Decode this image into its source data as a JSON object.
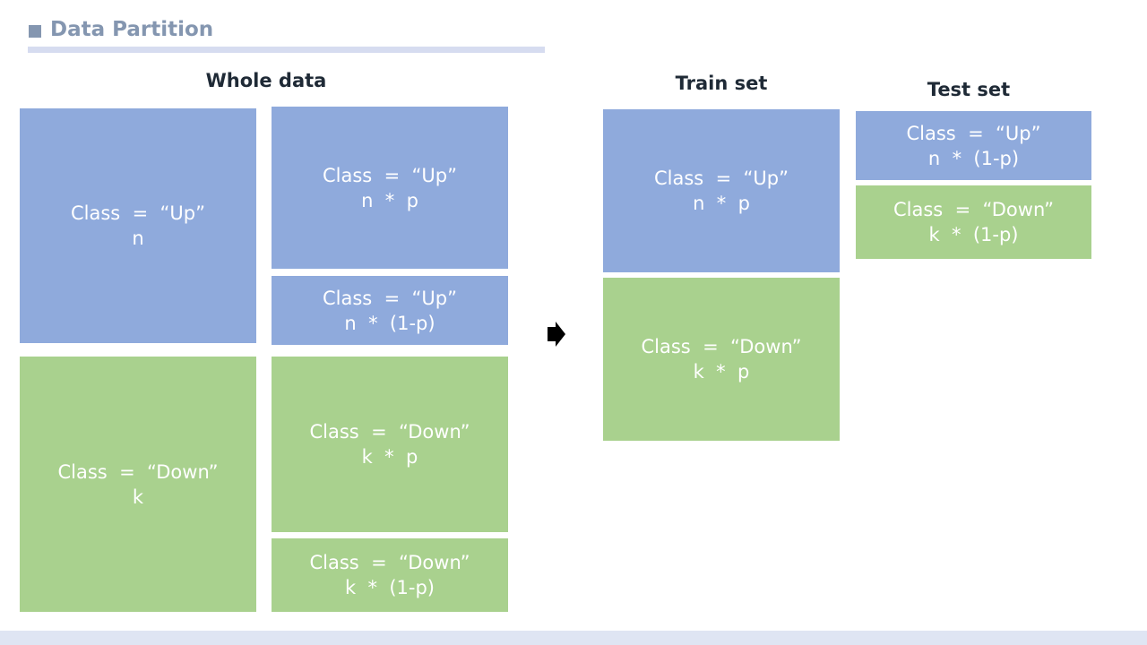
{
  "slide": {
    "title": "Data Partition"
  },
  "sections": {
    "whole": "Whole data",
    "train": "Train set",
    "test": "Test set"
  },
  "blocks": {
    "whole_up": {
      "line1": "Class  =  “Up”",
      "line2": "n"
    },
    "whole_down": {
      "line1": "Class  =  “Down”",
      "line2": "k"
    },
    "split_up_train": {
      "line1": "Class  =  “Up”",
      "line2": "n  *  p"
    },
    "split_up_test": {
      "line1": "Class  =  “Up”",
      "line2": "n  *  (1-p)"
    },
    "split_down_train": {
      "line1": "Class  =  “Down”",
      "line2": "k  *  p"
    },
    "split_down_test": {
      "line1": "Class  =  “Down”",
      "line2": "k  *  (1-p)"
    },
    "train_up": {
      "line1": "Class  =  “Up”",
      "line2": "n  *  p"
    },
    "train_down": {
      "line1": "Class  =  “Down”",
      "line2": "k  *  p"
    },
    "test_up": {
      "line1": "Class  =  “Up”",
      "line2": "n  *  (1-p)"
    },
    "test_down": {
      "line1": "Class  =  “Down”",
      "line2": "k  *  (1-p)"
    }
  },
  "colors": {
    "up": "#8faadc",
    "down": "#a9d18e",
    "title": "#8496b0",
    "underline": "#d6dcf0"
  },
  "icons": {
    "arrow": "right-arrow-icon"
  }
}
